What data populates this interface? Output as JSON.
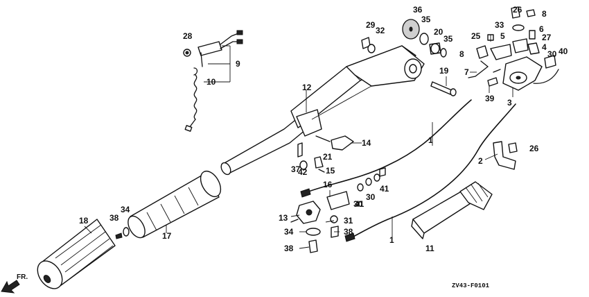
{
  "diagram": {
    "code": "ZV43-F0101",
    "direction_label": "FR."
  },
  "callouts": {
    "c1a": "1",
    "c1b": "1",
    "c2": "2",
    "c3": "3",
    "c4": "4",
    "c5": "5",
    "c6": "6",
    "c7": "7",
    "c8a": "8",
    "c8b": "8",
    "c9": "9",
    "c10": "10",
    "c11": "11",
    "c12": "12",
    "c13": "13",
    "c14": "14",
    "c15": "15",
    "c16": "16",
    "c17": "17",
    "c18": "18",
    "c19": "19",
    "c20": "20",
    "c21": "21",
    "c25": "25",
    "c26a": "26",
    "c26b": "26",
    "c27": "27",
    "c28": "28",
    "c29": "29",
    "c30a": "30",
    "c30b": "30",
    "c30c": "30",
    "c31": "31",
    "c32": "32",
    "c33": "33",
    "c34a": "34",
    "c34b": "34",
    "c35a": "35",
    "c35b": "35",
    "c36": "36",
    "c37": "37",
    "c38a": "38",
    "c38b": "38",
    "c38c": "38",
    "c39": "39",
    "c40": "40",
    "c41a": "41",
    "c41b": "41",
    "c42": "42"
  }
}
